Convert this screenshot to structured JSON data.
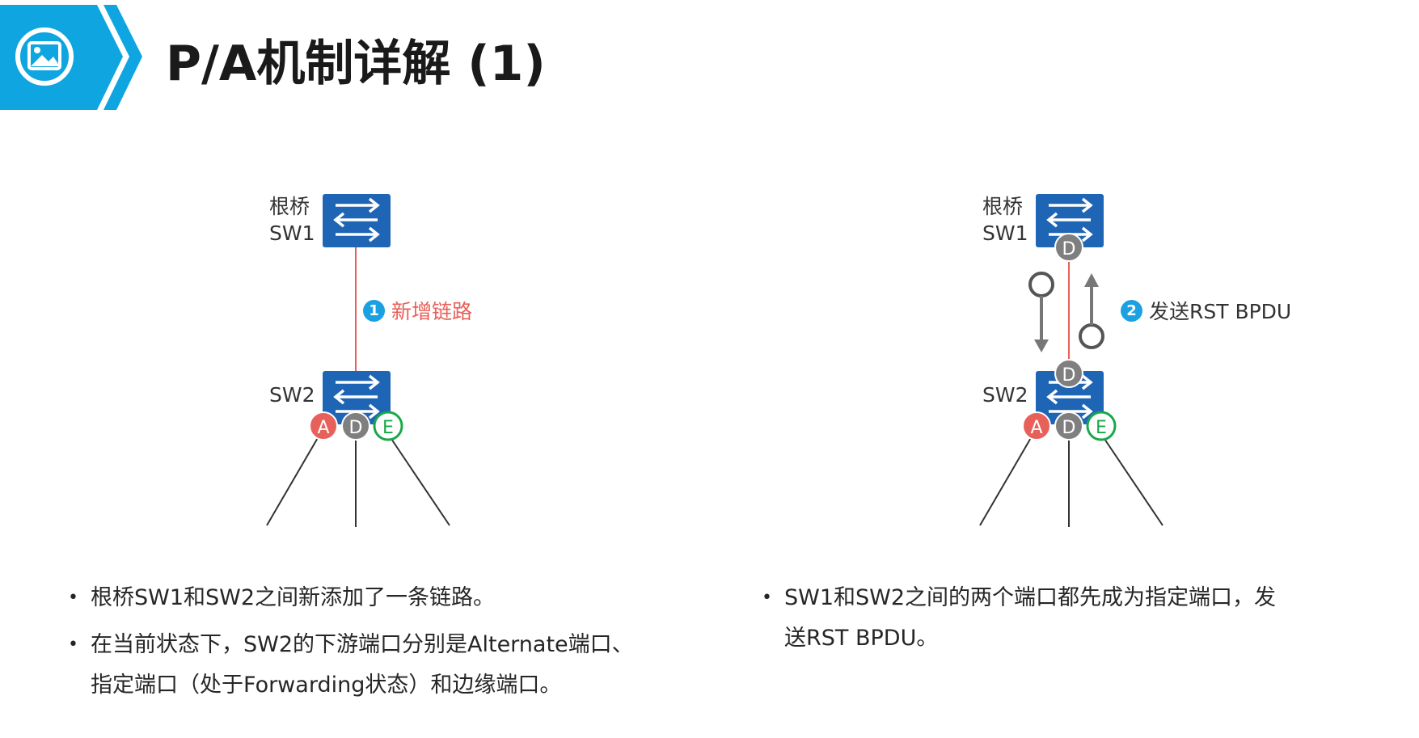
{
  "header": {
    "title": "P/A机制详解 (1)",
    "icon": "picture-icon",
    "banner_color": "#0ea5e0"
  },
  "left_diagram": {
    "root_label_line1": "根桥",
    "root_label_line2": "SW1",
    "sw2_label": "SW2",
    "step": {
      "number": "1",
      "text": "新增链路"
    },
    "ports_sw2": [
      "A",
      "D",
      "E"
    ]
  },
  "right_diagram": {
    "root_label_line1": "根桥",
    "root_label_line2": "SW1",
    "sw2_label": "SW2",
    "sw1_port": "D",
    "sw2_top_port": "D",
    "step": {
      "number": "2",
      "text": "发送RST BPDU"
    },
    "ports_sw2": [
      "A",
      "D",
      "E"
    ]
  },
  "colors": {
    "switch_blue": "#1f65b5",
    "port_alternate": "#e8605a",
    "port_designated": "#7f7f7f",
    "port_edge": "#18a84a",
    "new_link": "#e8605a",
    "step_badge": "#1ba1e2"
  },
  "left_bullets": [
    "根桥SW1和SW2之间新添加了一条链路。",
    "在当前状态下，SW2的下游端口分别是Alternate端口、",
    "指定端口（处于Forwarding状态）和边缘端口。"
  ],
  "right_bullets": [
    "SW1和SW2之间的两个端口都先成为指定端口，发",
    "送RST BPDU。"
  ]
}
